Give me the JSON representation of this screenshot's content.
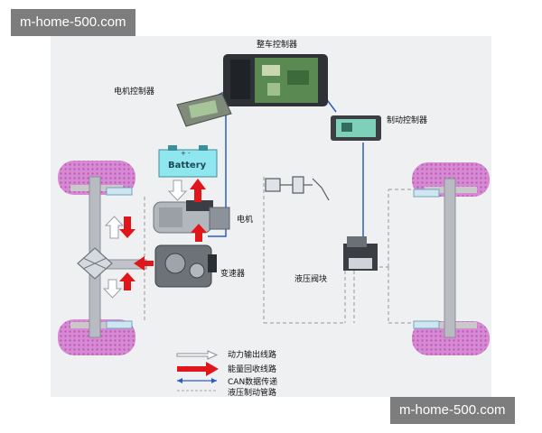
{
  "watermark": {
    "text": "m-home-500.com"
  },
  "components": {
    "vehicle_controller": "整车控制器",
    "motor_controller": "电机控制器",
    "brake_controller": "制动控制器",
    "battery": "Battery",
    "battery_terminals": "+ -",
    "motor": "电机",
    "transmission": "变速器",
    "hydraulic_valve": "液压阀块"
  },
  "legend": {
    "power_output": "动力输出线路",
    "energy_recovery": "能量回收线路",
    "can_data": "CAN数据传递",
    "hydraulic_brake": "液压制动管路"
  },
  "colors": {
    "energy_arrow": "#e0161b",
    "can_line": "#2a5cc8",
    "hydraulic_line": "#a8a8a8",
    "tire": "#d889d4",
    "battery_fill": "#8fe6ee"
  }
}
